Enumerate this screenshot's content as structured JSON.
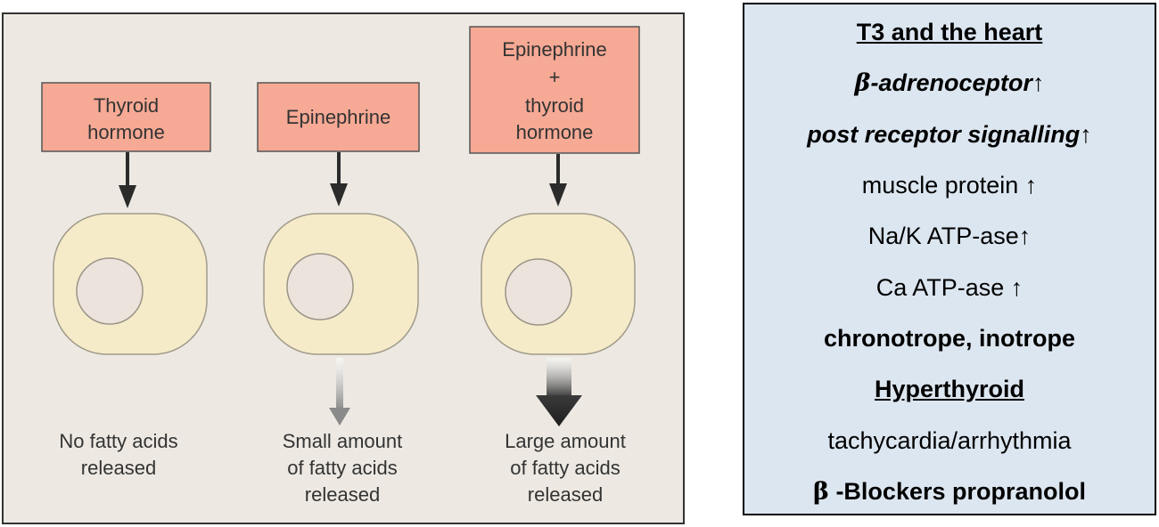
{
  "diagram": {
    "columns": [
      {
        "hormone_box": [
          "Thyroid",
          "hormone"
        ],
        "outcome": [
          "No fatty acids",
          "released"
        ],
        "release_arrow": "none"
      },
      {
        "hormone_box": [
          "Epinephrine"
        ],
        "outcome": [
          "Small amount",
          "of fatty acids",
          "released"
        ],
        "release_arrow": "small"
      },
      {
        "hormone_box": [
          "Epinephrine",
          "+",
          "thyroid",
          "hormone"
        ],
        "outcome": [
          "Large amount",
          "of fatty acids",
          "released"
        ],
        "release_arrow": "large"
      }
    ],
    "colors": {
      "panel_bg": "#ede9e2",
      "hormone_box": "#f6a994",
      "cell": "#f6ebc9",
      "nucleus": "#ece4dc",
      "arrow": "#2b2b2b"
    }
  },
  "info_box": {
    "title": "T3 and the heart",
    "items": {
      "adrenoceptor_beta": "β",
      "adrenoceptor_text": "-adrenoceptor",
      "adrenoceptor_arrow": "↑",
      "post_receptor": "post receptor signalling",
      "post_receptor_arrow": "↑",
      "muscle_protein": "muscle protein ↑",
      "na_k": "Na/K ATP-ase↑",
      "ca": "Ca ATP-ase ↑",
      "chronotrope": "chronotrope, inotrope",
      "hyperthyroid": "Hyperthyroid",
      "tachycardia": "tachycardia/arrhythmia",
      "blockers_beta": "β",
      "blockers_text": " -Blockers propranolol"
    },
    "colors": {
      "background": "#dce6f0",
      "border": "#000000"
    }
  }
}
